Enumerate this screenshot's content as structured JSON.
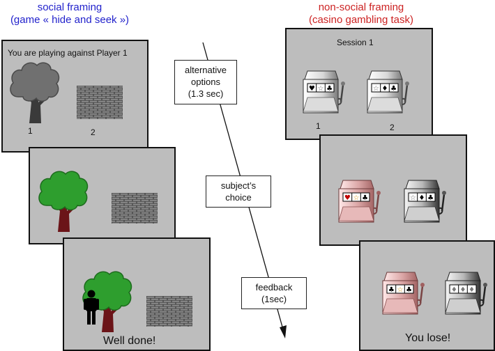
{
  "social": {
    "heading_line1": "social framing",
    "heading_line2": "(game « hide and seek »)",
    "prompt": "You are playing against Player 1",
    "option1": "1",
    "option2": "2",
    "feedback": "Well done!"
  },
  "casino": {
    "heading_line1": "non-social framing",
    "heading_line2": "(casino gambling task)",
    "session": "Session 1",
    "option1": "1",
    "option2": "2",
    "feedback": "You lose!"
  },
  "timeline": {
    "step1": {
      "line1": "alternative",
      "line2": "options",
      "line3": "(1.3 sec)"
    },
    "step2": {
      "line1": "subject’s",
      "line2": "choice"
    },
    "step3": {
      "line1": "feedback",
      "line2": "(1sec)"
    }
  },
  "colors": {
    "social_heading": "#2222cc",
    "casino_heading": "#cc2222",
    "panel_bg": "#bdbdbd",
    "tree_green": "#2e9e2e",
    "tree_grey": "#6e6e6e",
    "chosen_machine": "#d9a3a3"
  }
}
